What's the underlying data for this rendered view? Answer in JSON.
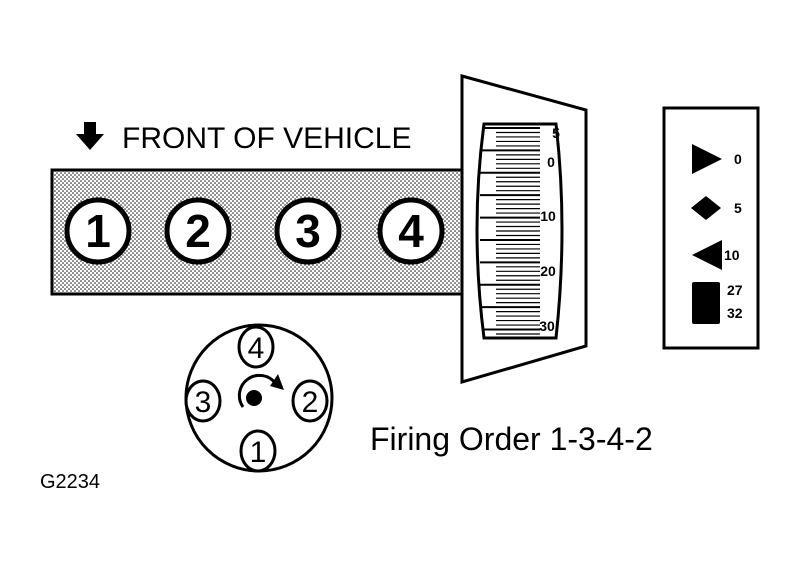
{
  "diagram": {
    "front_label": "FRONT OF VEHICLE",
    "cylinders": [
      "1",
      "2",
      "3",
      "4"
    ],
    "distributor": {
      "top": "4",
      "right": "2",
      "bottom": "1",
      "left": "3",
      "rotation": "clockwise"
    },
    "timing_scale": {
      "labels": [
        "5",
        "0",
        "10",
        "20",
        "30"
      ]
    },
    "legend": {
      "items": [
        {
          "symbol": "triangle-right-icon",
          "label": "0"
        },
        {
          "symbol": "diamond-icon",
          "label": "5"
        },
        {
          "symbol": "triangle-left-icon",
          "label": "10"
        },
        {
          "symbol": "square-icon",
          "label": "27",
          "label2": "32"
        }
      ]
    },
    "firing_order": "Firing Order 1-3-4-2",
    "figure_code": "G2234"
  }
}
